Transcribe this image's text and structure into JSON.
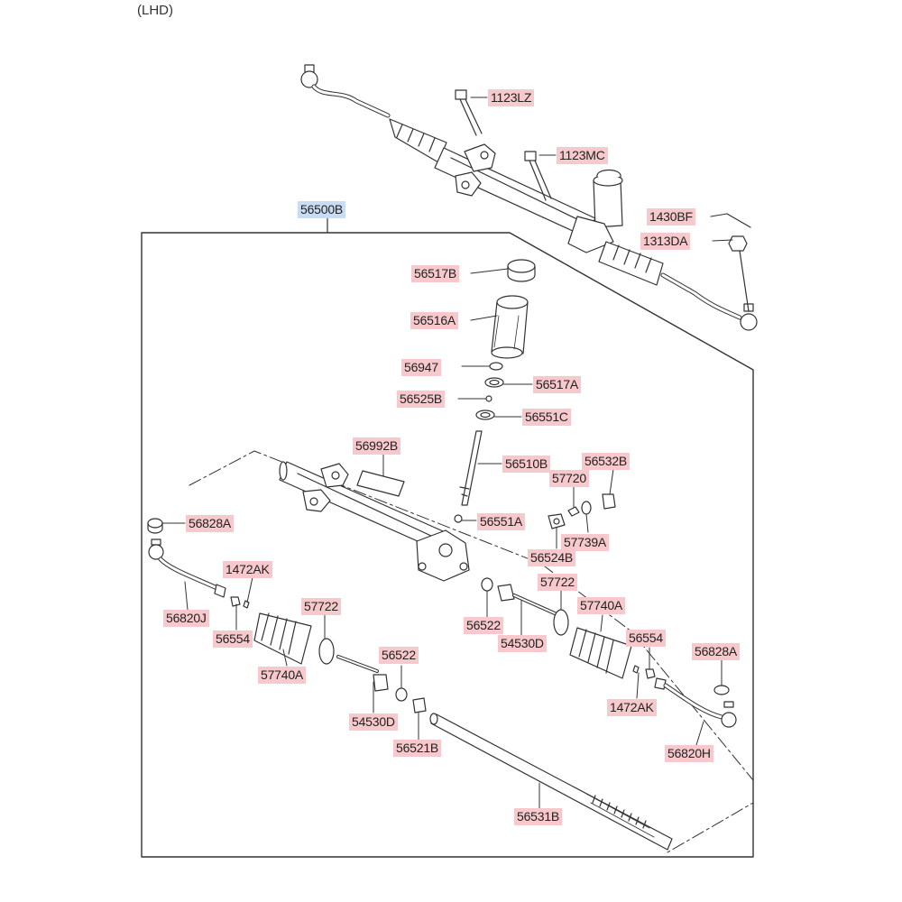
{
  "diagram": {
    "caption": "(LHD)",
    "colors": {
      "label_bg": "#f7c9cc",
      "assembly_label_bg": "#c9dcf4",
      "line": "#333333"
    },
    "labels": [
      {
        "id": "p1123lz",
        "text": "1123LZ"
      },
      {
        "id": "p1123mc",
        "text": "1123MC"
      },
      {
        "id": "p56500b",
        "text": "56500B",
        "assembly": true
      },
      {
        "id": "p1430bf",
        "text": "1430BF"
      },
      {
        "id": "p1313da",
        "text": "1313DA"
      },
      {
        "id": "p56517b",
        "text": "56517B"
      },
      {
        "id": "p56516a",
        "text": "56516A"
      },
      {
        "id": "p56947",
        "text": "56947"
      },
      {
        "id": "p56517a",
        "text": "56517A"
      },
      {
        "id": "p56525b",
        "text": "56525B"
      },
      {
        "id": "p56551c",
        "text": "56551C"
      },
      {
        "id": "p56992b",
        "text": "56992B"
      },
      {
        "id": "p56510b",
        "text": "56510B"
      },
      {
        "id": "p56532b",
        "text": "56532B"
      },
      {
        "id": "p57720",
        "text": "57720"
      },
      {
        "id": "p56551a",
        "text": "56551A"
      },
      {
        "id": "p57739a",
        "text": "57739A"
      },
      {
        "id": "p56524b",
        "text": "56524B"
      },
      {
        "id": "p56828a_l",
        "text": "56828A"
      },
      {
        "id": "p1472ak_l",
        "text": "1472AK"
      },
      {
        "id": "p57722_r",
        "text": "57722"
      },
      {
        "id": "p56820j",
        "text": "56820J"
      },
      {
        "id": "p57722_l",
        "text": "57722"
      },
      {
        "id": "p56522_r",
        "text": "56522"
      },
      {
        "id": "p57740a_r",
        "text": "57740A"
      },
      {
        "id": "p54530d_r",
        "text": "54530D"
      },
      {
        "id": "p56554_l",
        "text": "56554"
      },
      {
        "id": "p56554_r",
        "text": "56554"
      },
      {
        "id": "p56828a_r",
        "text": "56828A"
      },
      {
        "id": "p57740a_l",
        "text": "57740A"
      },
      {
        "id": "p56522_l",
        "text": "56522"
      },
      {
        "id": "p1472ak_r",
        "text": "1472AK"
      },
      {
        "id": "p54530d_l",
        "text": "54530D"
      },
      {
        "id": "p56521b",
        "text": "56521B"
      },
      {
        "id": "p56820h",
        "text": "56820H"
      },
      {
        "id": "p56531b",
        "text": "56531B"
      }
    ]
  }
}
